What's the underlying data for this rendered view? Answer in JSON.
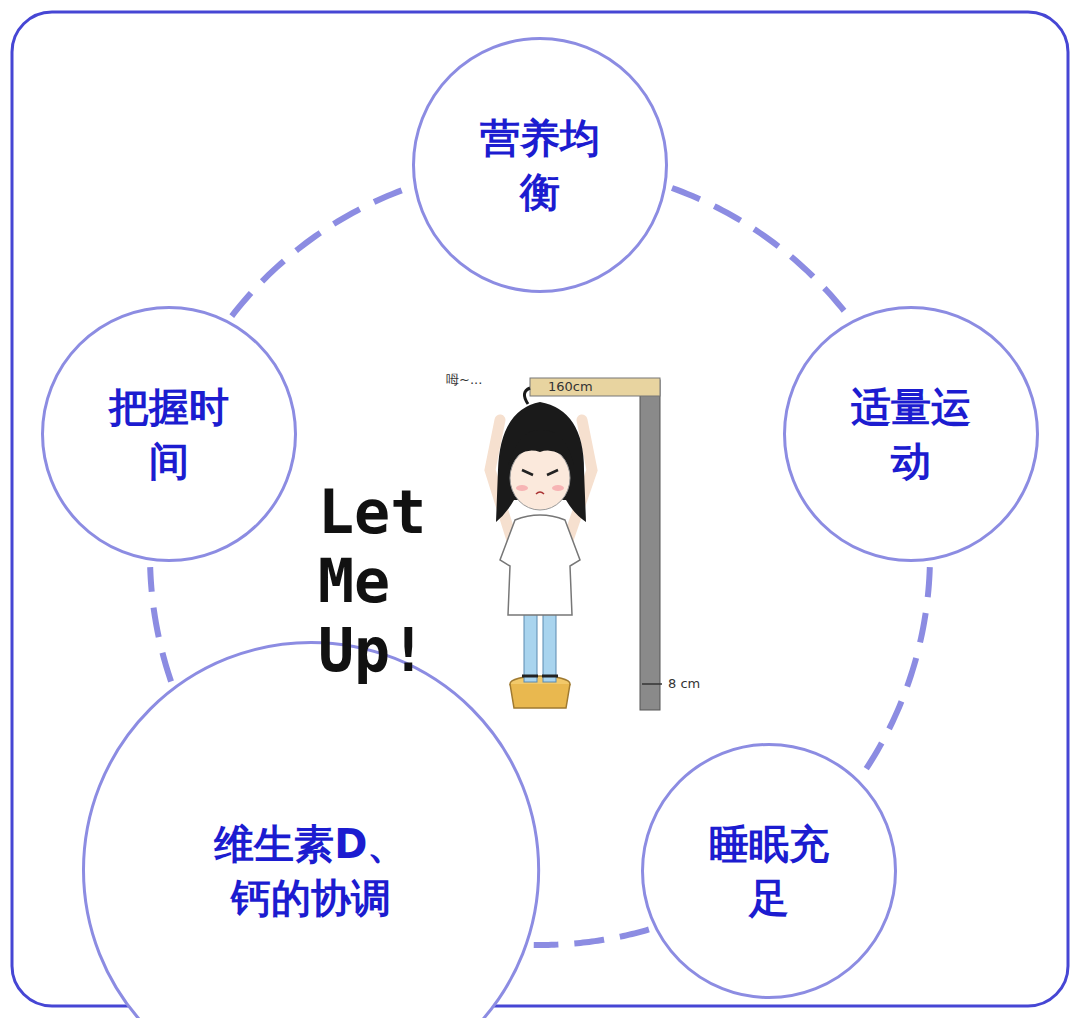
{
  "diagram": {
    "nodes": [
      {
        "text": [
          "营养均衡"
        ]
      },
      {
        "text": [
          "适量运动"
        ]
      },
      {
        "text": [
          "睡眠充足"
        ]
      },
      {
        "text": [
          "维生素D、 钙的协调"
        ]
      },
      {
        "text": [
          "把握时间"
        ]
      }
    ],
    "edges": [
      {
        "from": 0,
        "to": 1,
        "arrow": "none"
      },
      {
        "from": 1,
        "to": 2,
        "arrow": "none"
      },
      {
        "from": 2,
        "to": 3,
        "arrow": "none"
      },
      {
        "from": 3,
        "to": 4,
        "arrow": "none"
      },
      {
        "from": 4,
        "to": 0,
        "arrow": "none"
      }
    ],
    "labels": [
      "Let Me Up!",
      "呣~...",
      "160cm",
      "8 cm"
    ]
  }
}
